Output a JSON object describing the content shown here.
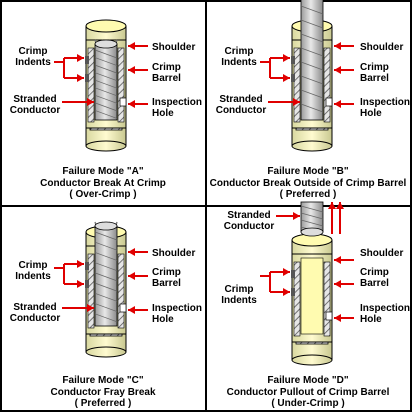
{
  "panels": [
    {
      "labels": {
        "crimp_indents": "Crimp\nIndents",
        "stranded_conductor": "Stranded\nConductor",
        "shoulder": "Shoulder",
        "crimp_barrel": "Crimp\nBarrel",
        "inspection_hole": "Inspection\nHole"
      },
      "caption": [
        "Failure Mode \"A\"",
        "Conductor Break At Crimp",
        "( Over-Crimp )"
      ]
    },
    {
      "labels": {
        "crimp_indents": "Crimp\nIndents",
        "stranded_conductor": "Stranded\nConductor",
        "shoulder": "Shoulder",
        "crimp_barrel": "Crimp\nBarrel",
        "inspection_hole": "Inspection\nHole"
      },
      "caption": [
        "Failure Mode \"B\"",
        "Conductor Break Outside of Crimp Barrel",
        "( Preferred )"
      ]
    },
    {
      "labels": {
        "crimp_indents": "Crimp\nIndents",
        "stranded_conductor": "Stranded\nConductor",
        "shoulder": "Shoulder",
        "crimp_barrel": "Crimp\nBarrel",
        "inspection_hole": "Inspection\nHole"
      },
      "caption": [
        "Failure Mode \"C\"",
        "Conductor Fray Break",
        "( Preferred )"
      ]
    },
    {
      "labels": {
        "crimp_indents": "Crimp\nIndents",
        "stranded_conductor": "Stranded\nConductor",
        "shoulder": "Shoulder",
        "crimp_barrel": "Crimp\nBarrel",
        "inspection_hole": "Inspection\nHole"
      },
      "caption": [
        "Failure Mode \"D\"",
        "Conductor Pullout of Crimp Barrel",
        "( Under-Crimp )"
      ]
    }
  ],
  "colors": {
    "arrow": "#e00000",
    "barrel_fill": "#e6e6e6",
    "barrel_hatch": "#555555",
    "strand": "#c8c8c8",
    "cream": "#fffbb0",
    "divider": "#000000"
  }
}
